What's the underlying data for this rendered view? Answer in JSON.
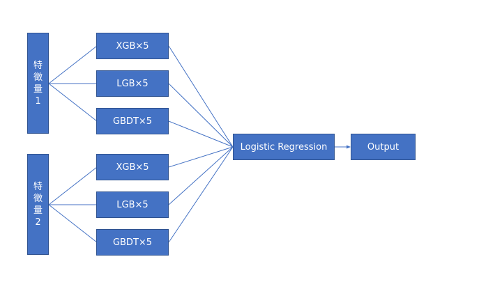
{
  "features": [
    {
      "chars": [
        "特",
        "徴",
        "量",
        "1"
      ]
    },
    {
      "chars": [
        "特",
        "徴",
        "量",
        "2"
      ]
    }
  ],
  "models": [
    {
      "label": "XGB×5"
    },
    {
      "label": "LGB×5"
    },
    {
      "label": "GBDT×5"
    },
    {
      "label": "XGB×5"
    },
    {
      "label": "LGB×5"
    },
    {
      "label": "GBDT×5"
    }
  ],
  "meta": {
    "label": "Logistic Regression"
  },
  "output": {
    "label": "Output"
  },
  "colors": {
    "box_fill": "#4472c4",
    "box_border": "#2f528f",
    "line": "#4472c4",
    "text": "#ffffff"
  }
}
